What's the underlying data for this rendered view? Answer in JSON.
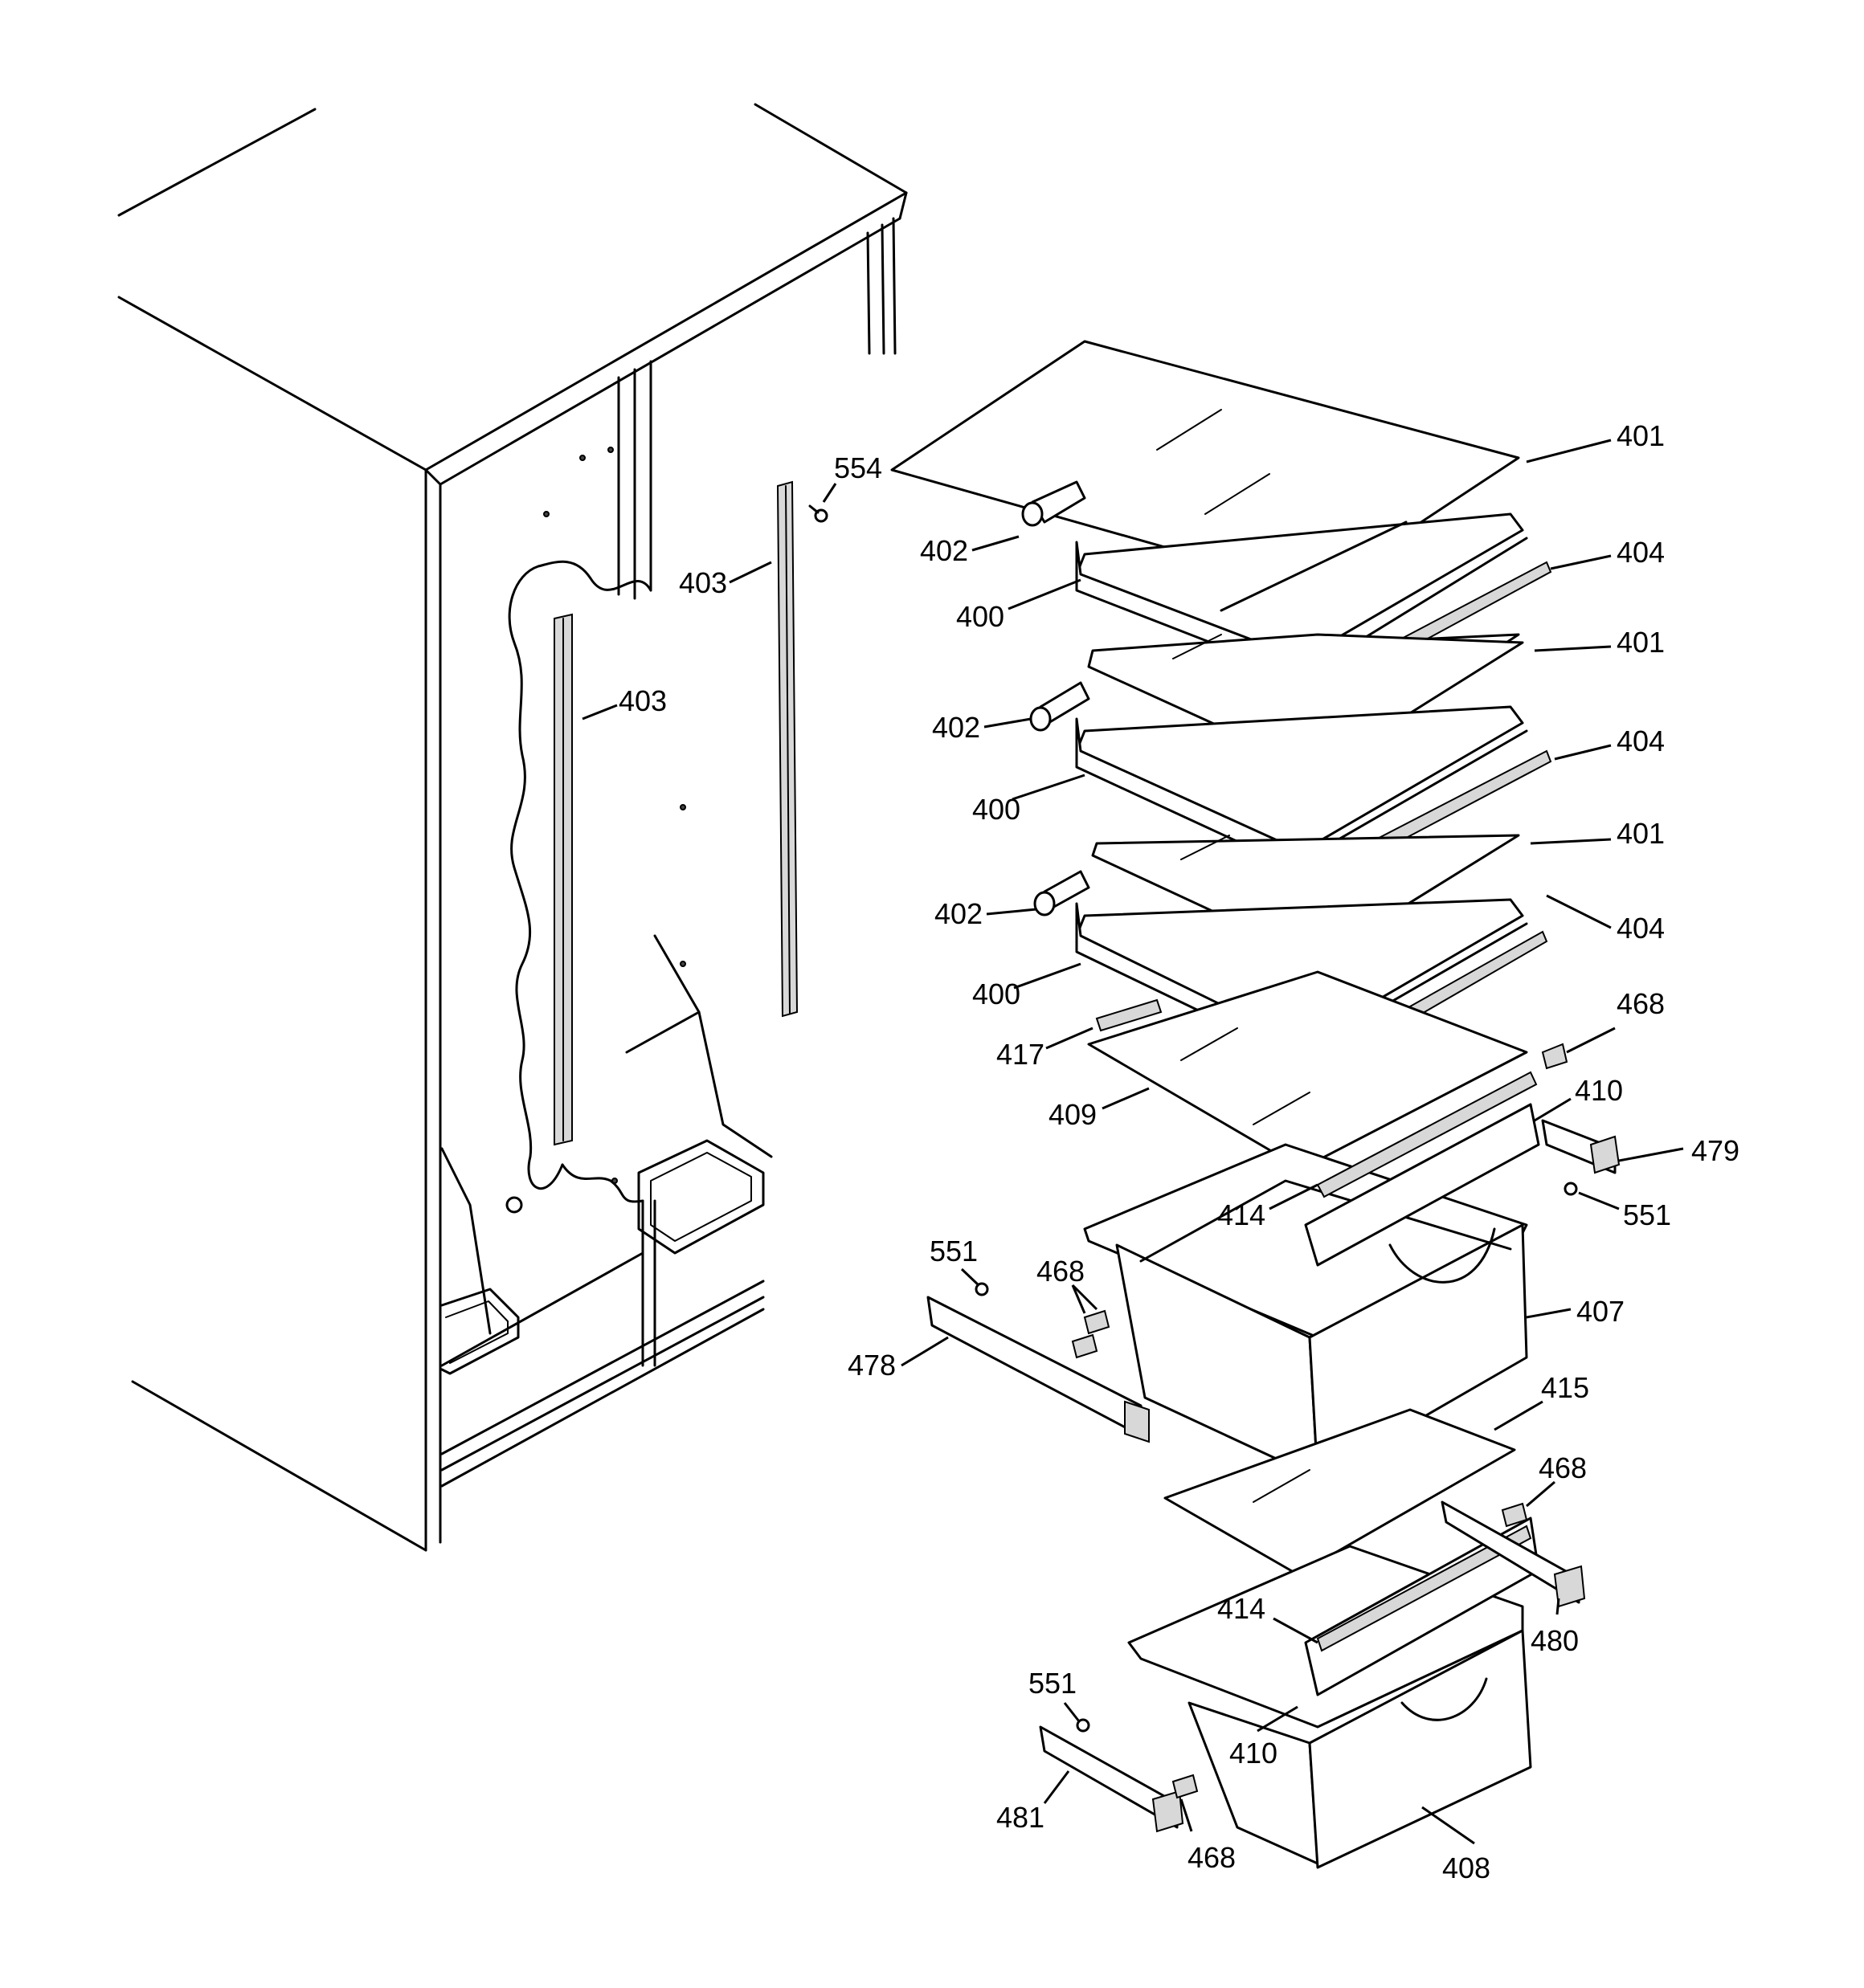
{
  "diagram": {
    "callouts": [
      {
        "id": "c401a",
        "text": "401"
      },
      {
        "id": "c404a",
        "text": "404"
      },
      {
        "id": "c401b",
        "text": "401"
      },
      {
        "id": "c404b",
        "text": "404"
      },
      {
        "id": "c401c",
        "text": "401"
      },
      {
        "id": "c404c",
        "text": "404"
      },
      {
        "id": "c402a",
        "text": "402"
      },
      {
        "id": "c400a",
        "text": "400"
      },
      {
        "id": "c402b",
        "text": "402"
      },
      {
        "id": "c400b",
        "text": "400"
      },
      {
        "id": "c402c",
        "text": "402"
      },
      {
        "id": "c400c",
        "text": "400"
      },
      {
        "id": "c554",
        "text": "554"
      },
      {
        "id": "c403a",
        "text": "403"
      },
      {
        "id": "c403b",
        "text": "403"
      },
      {
        "id": "c468a",
        "text": "468"
      },
      {
        "id": "c417",
        "text": "417"
      },
      {
        "id": "c410a",
        "text": "410"
      },
      {
        "id": "c409",
        "text": "409"
      },
      {
        "id": "c479",
        "text": "479"
      },
      {
        "id": "c414a",
        "text": "414"
      },
      {
        "id": "c551a",
        "text": "551"
      },
      {
        "id": "c551b",
        "text": "551"
      },
      {
        "id": "c468b",
        "text": "468"
      },
      {
        "id": "c407",
        "text": "407"
      },
      {
        "id": "c478",
        "text": "478"
      },
      {
        "id": "c415",
        "text": "415"
      },
      {
        "id": "c468c",
        "text": "468"
      },
      {
        "id": "c414b",
        "text": "414"
      },
      {
        "id": "c480",
        "text": "480"
      },
      {
        "id": "c551c",
        "text": "551"
      },
      {
        "id": "c410b",
        "text": "410"
      },
      {
        "id": "c481",
        "text": "481"
      },
      {
        "id": "c468d",
        "text": "468"
      },
      {
        "id": "c408",
        "text": "408"
      }
    ]
  }
}
